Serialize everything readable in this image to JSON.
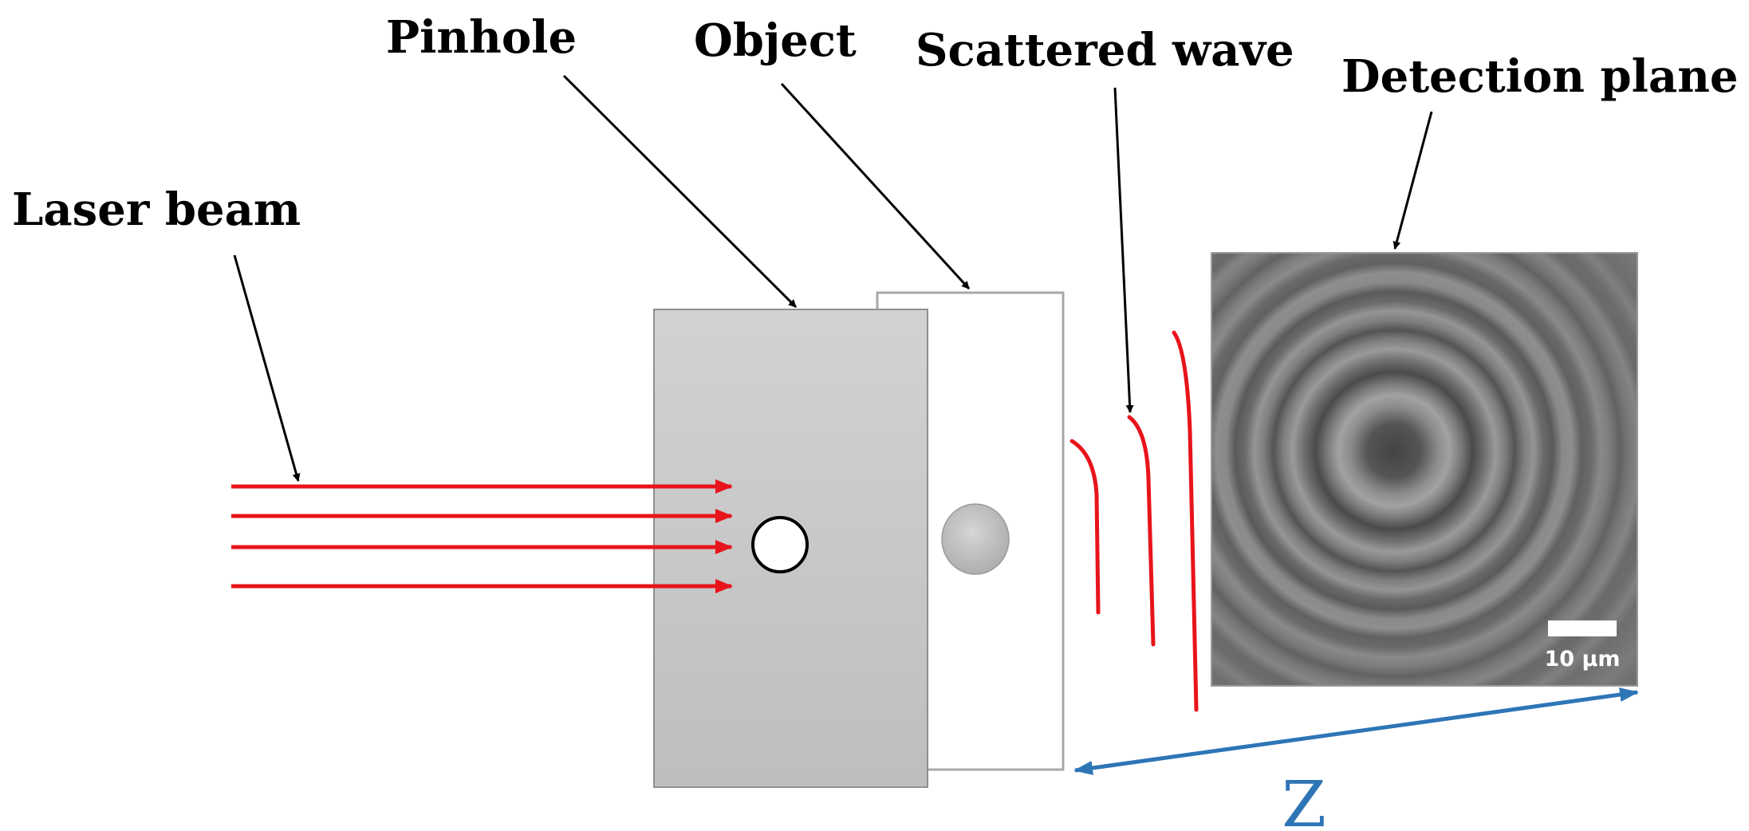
{
  "labels": {
    "laser_beam": "Laser beam",
    "pinhole": "Pinhole",
    "object": "Object",
    "scattered_wave": "Scattered wave",
    "detection_plane": "Detection plane",
    "distance": "Z"
  },
  "scale_bar": {
    "label": "10 μm"
  },
  "colors": {
    "beam": "#e8141b",
    "pinhole_plate": "#c4c4c4",
    "object_plate": "#ffffff",
    "object_disk": "#bdbdbd",
    "distance_arrow": "#2e75b6",
    "detector_background": "#6f6f6f"
  }
}
